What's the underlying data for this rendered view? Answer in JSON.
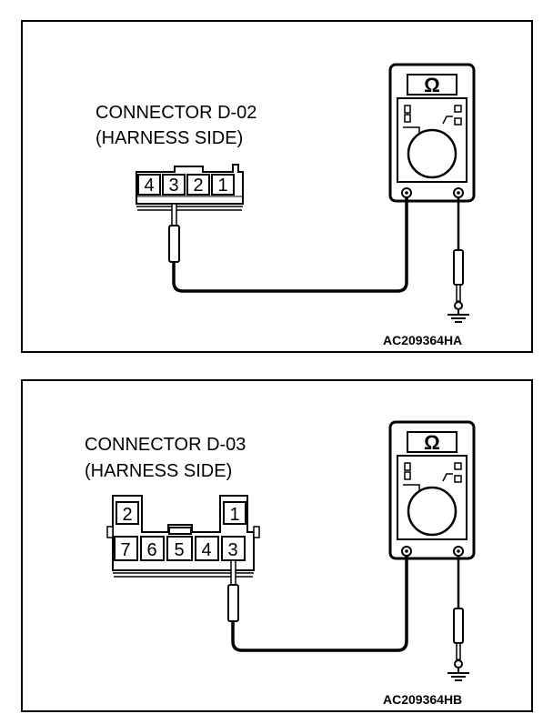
{
  "panels": [
    {
      "connector_line1": "CONNECTOR D-02",
      "connector_line2": "(HARNESS SIDE)",
      "pins": [
        "4",
        "3",
        "2",
        "1"
      ],
      "code": "AC209364HA",
      "meter_symbol": "Ω"
    },
    {
      "connector_line1": "CONNECTOR D-03",
      "connector_line2": "(HARNESS SIDE)",
      "pins_top": [
        "2",
        "1"
      ],
      "pins_bottom": [
        "7",
        "6",
        "5",
        "4",
        "3"
      ],
      "code": "AC209364HB",
      "meter_symbol": "Ω"
    }
  ],
  "icons": [
    "ohmmeter-icon",
    "probe-icon",
    "ground-icon",
    "connector-icon"
  ]
}
